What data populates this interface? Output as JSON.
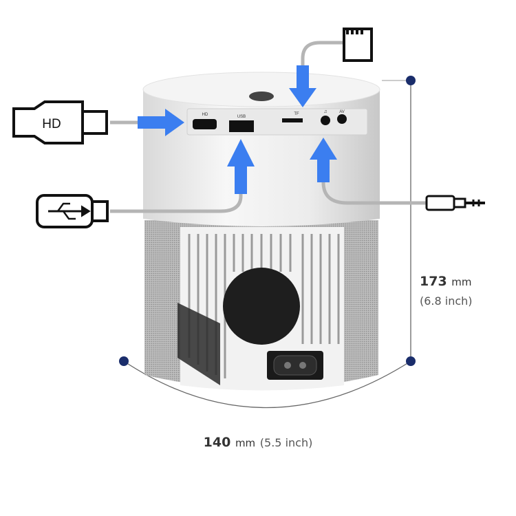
{
  "ports": {
    "hd": "HD",
    "usb": "USB",
    "tf": "TF",
    "av": "AV"
  },
  "callouts": {
    "hd_cable_label": "HD"
  },
  "dimensions": {
    "height_value": "173",
    "height_unit": "mm",
    "height_inch": "(6.8 inch)",
    "width_value": "140",
    "width_unit": "mm",
    "width_inch": "(5.5 inch)"
  },
  "colors": {
    "arrow": "#3b7ef0",
    "dot": "#1a2d6b",
    "cable": "#b5b5b5"
  }
}
